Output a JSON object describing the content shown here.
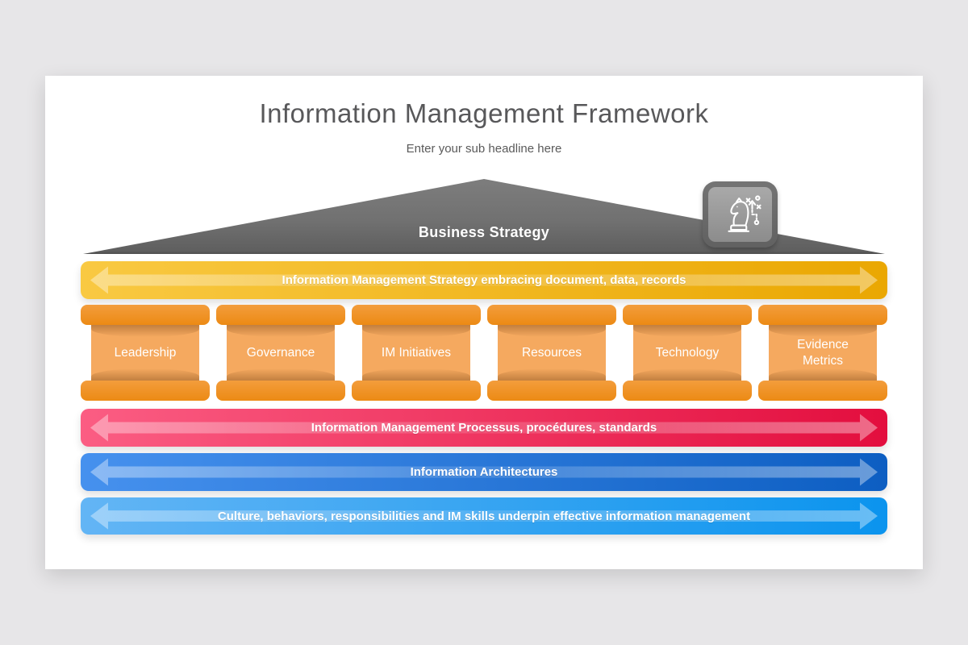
{
  "header": {
    "title": "Information Management Framework",
    "subtitle": "Enter your sub headline here"
  },
  "roof": {
    "label": "Business Strategy",
    "icon": "chess-knight-strategy-icon"
  },
  "bars": [
    {
      "label": "Information Management Strategy embracing document, data, records",
      "color_from": "#f9c942",
      "color_to": "#eaa702"
    },
    {
      "label": "Information Management Processus, procédures, standards",
      "color_from": "#fb5d83",
      "color_to": "#e30e3e"
    },
    {
      "label": "Information Architectures",
      "color_from": "#4691ee",
      "color_to": "#0d5ec2"
    },
    {
      "label": "Culture, behaviors, responsibilities and IM skills underpin effective information management",
      "color_from": "#63b5f5",
      "color_to": "#0b94ee"
    }
  ],
  "pillars": [
    "Leadership",
    "Governance",
    "IM Initiatives",
    "Resources",
    "Technology",
    "Evidence Metrics"
  ],
  "colors": {
    "page_background": "#e7e6e8",
    "slide_background": "#ffffff",
    "title_text": "#58585a",
    "roof_gray": "#717171",
    "badge_outer": "#6b6b6b",
    "badge_inner": "#9b9b9b",
    "pillar_rod": "#ee8f1e",
    "pillar_panel": "#f5a95f",
    "label_text": "#ffffff"
  }
}
